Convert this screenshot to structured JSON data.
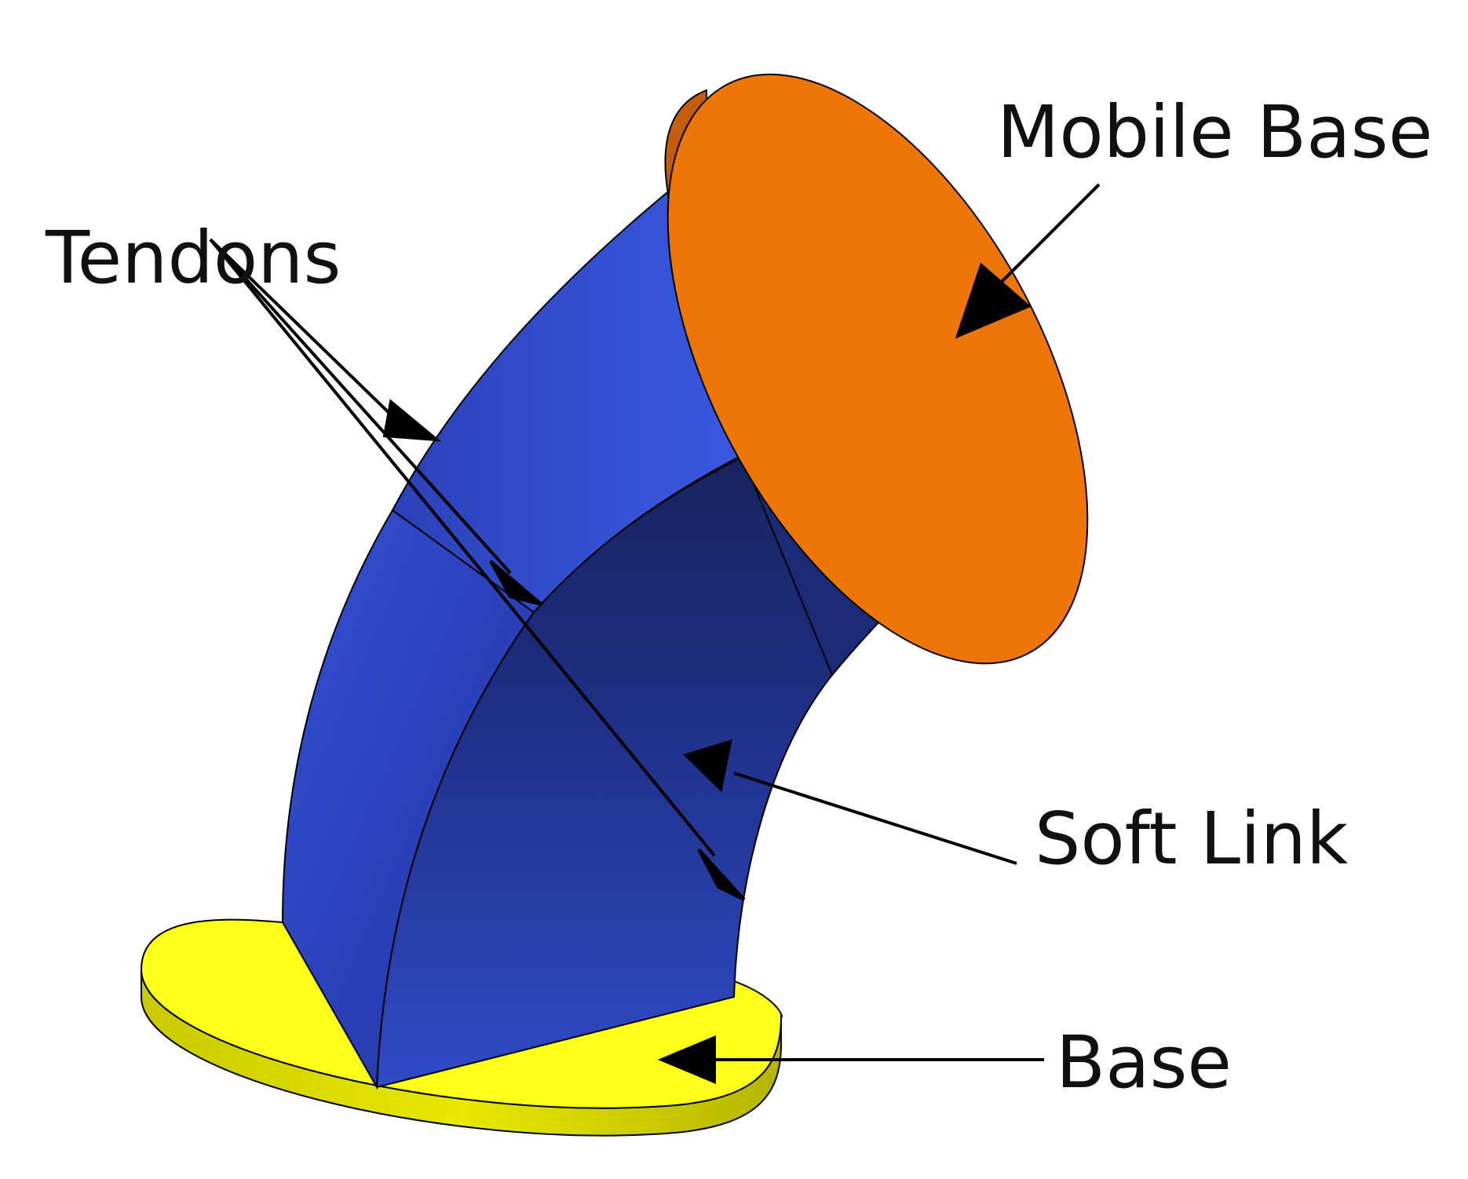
{
  "labels": {
    "mobile_base": "Mobile Base",
    "tendons": "Tendons",
    "soft_link": "Soft Link",
    "base": "Base"
  },
  "colors": {
    "mobile_base_face": "#ee7609",
    "mobile_base_rim": "#b8540a",
    "soft_link_light": "#3350d4",
    "soft_link_mid": "#2a3fb0",
    "soft_link_dark": "#1b2a78",
    "base_top": "#ffff1a",
    "base_rim": "#cfcf00",
    "arrow": "#000000"
  }
}
